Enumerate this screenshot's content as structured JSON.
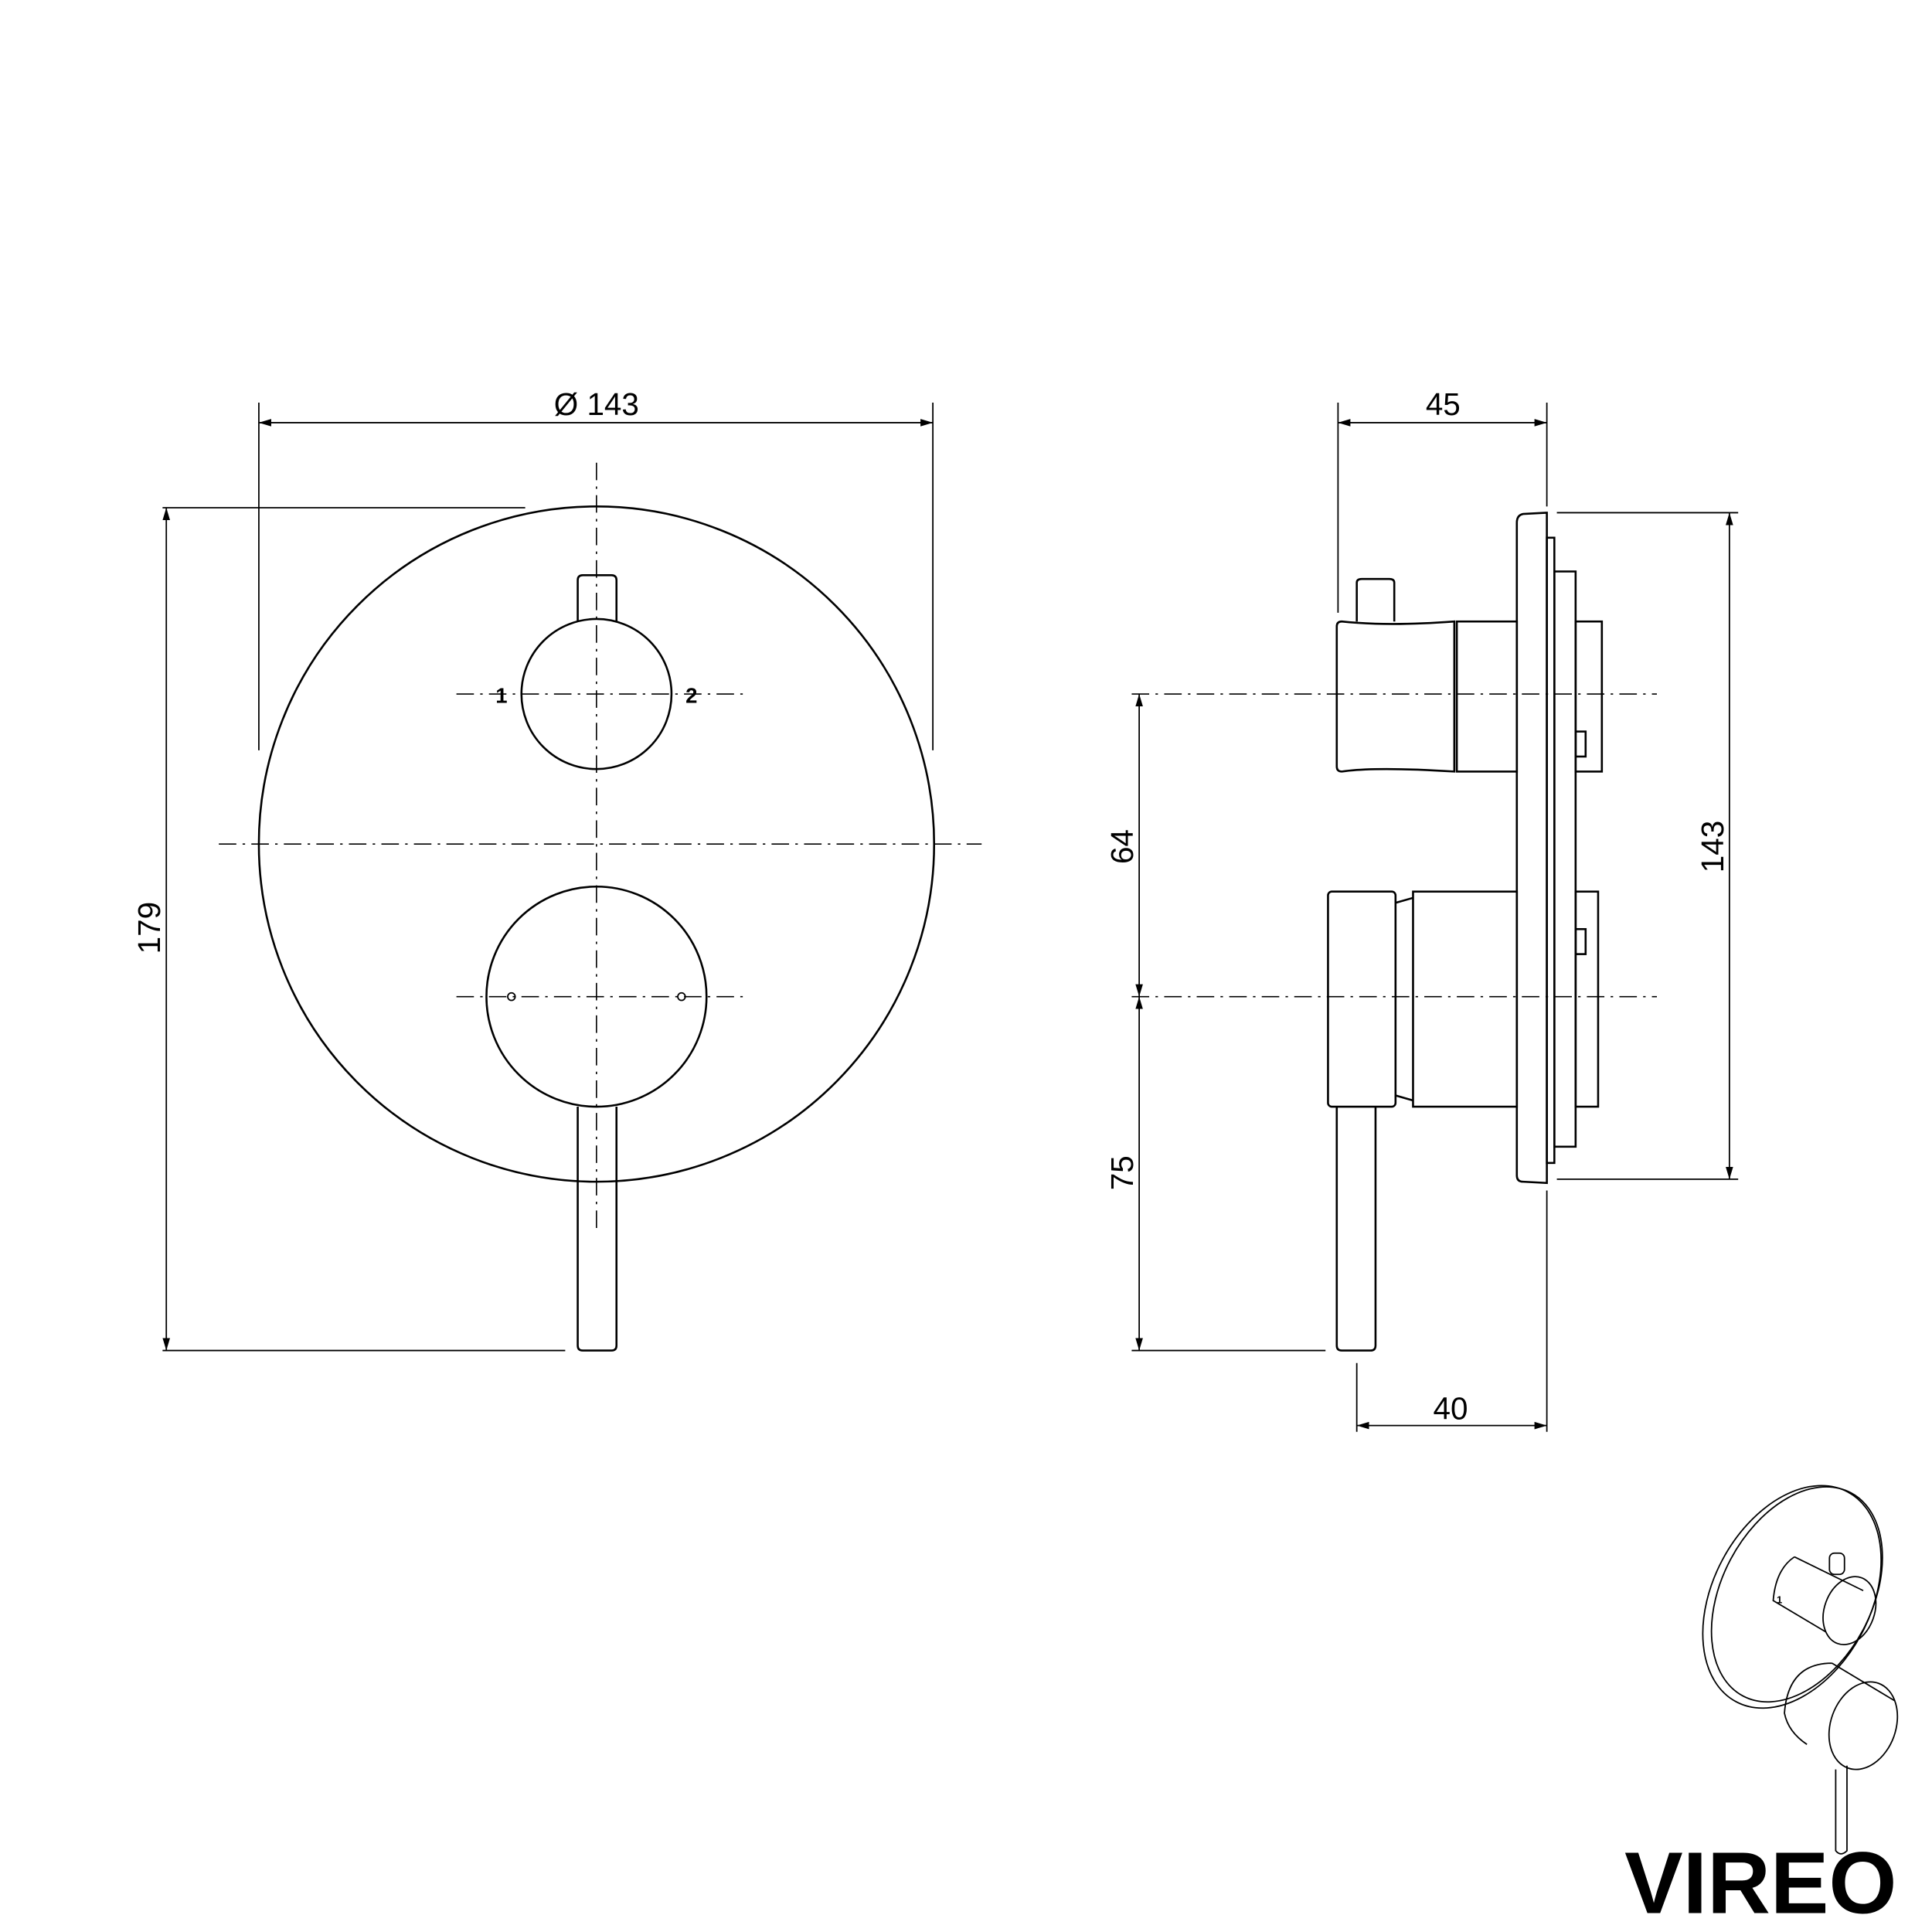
{
  "front_view": {
    "diameter_label": "Ø 143",
    "height_label": "179",
    "position_1": "1",
    "position_2": "2"
  },
  "side_view": {
    "depth_label": "45",
    "plate_height_label": "143",
    "axis_spacing_label": "64",
    "lever_drop_label": "75",
    "lever_depth_label": "40"
  },
  "iso_view": {
    "position_1": "1"
  },
  "brand": {
    "logo_text": "VIREO"
  }
}
